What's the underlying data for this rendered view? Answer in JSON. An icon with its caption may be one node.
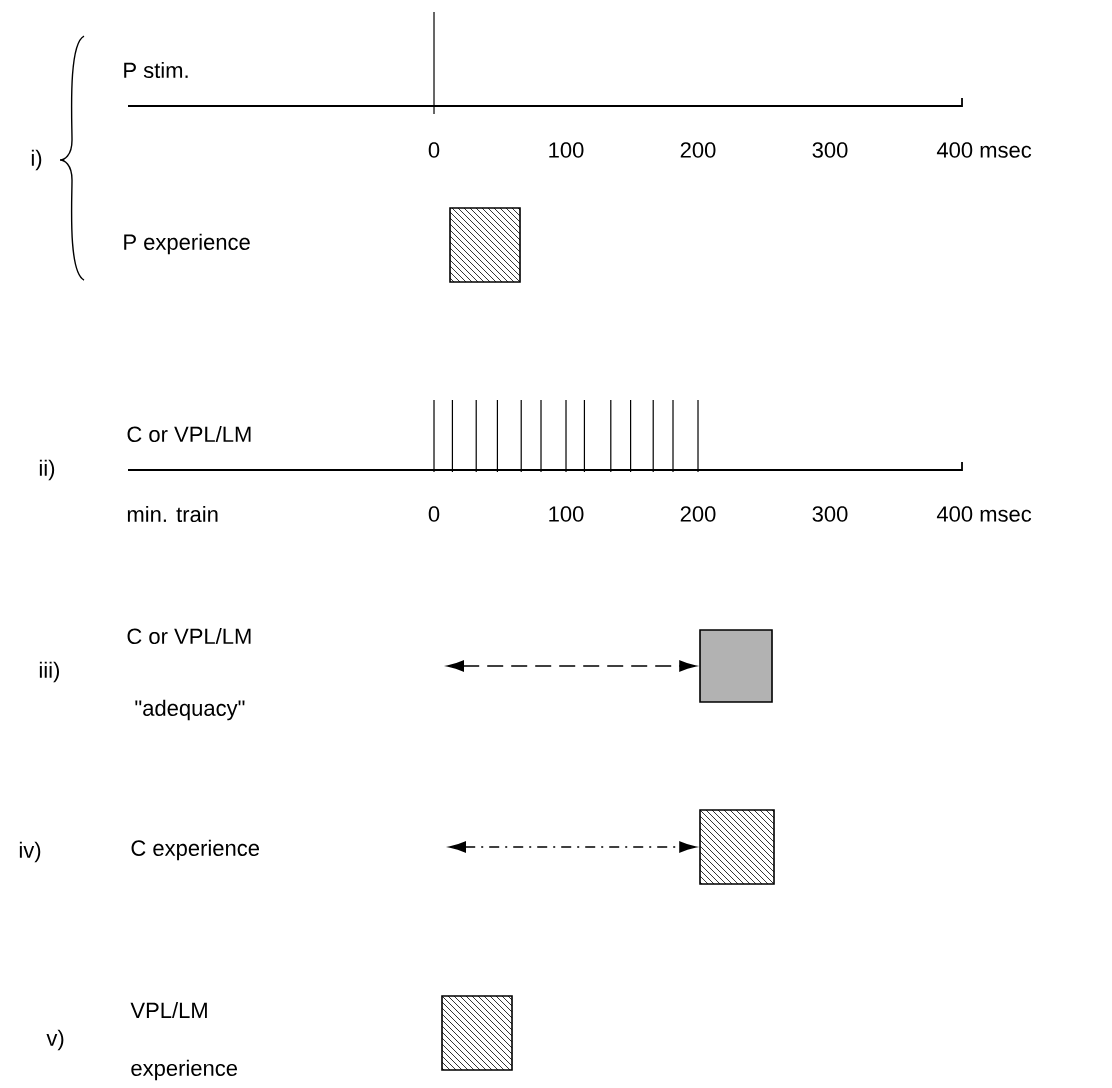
{
  "diagram": {
    "nodes": [
      {
        "text": [],
        "shape": "box"
      },
      {
        "text": [],
        "shape": "box"
      },
      {
        "text": [],
        "shape": "box"
      },
      {
        "text": [],
        "shape": "box"
      }
    ],
    "edges": [
      {
        "from": null,
        "to": 1,
        "arrow": "both",
        "style": "dashed"
      },
      {
        "from": null,
        "to": 2,
        "arrow": "both",
        "style": "dashed"
      }
    ],
    "labels": [
      "i)",
      "P stim.",
      "0",
      "100",
      "200",
      "300",
      "400 msec",
      "P experience",
      "ii)",
      "C or VPL/LM",
      "min. train",
      "0",
      "100",
      "200",
      "300",
      "400 msec",
      "iii)",
      "C or VPL/LM",
      "\"adequacy\"",
      "iv)",
      "C experience",
      "v)",
      "VPL/LM",
      "experience"
    ]
  }
}
